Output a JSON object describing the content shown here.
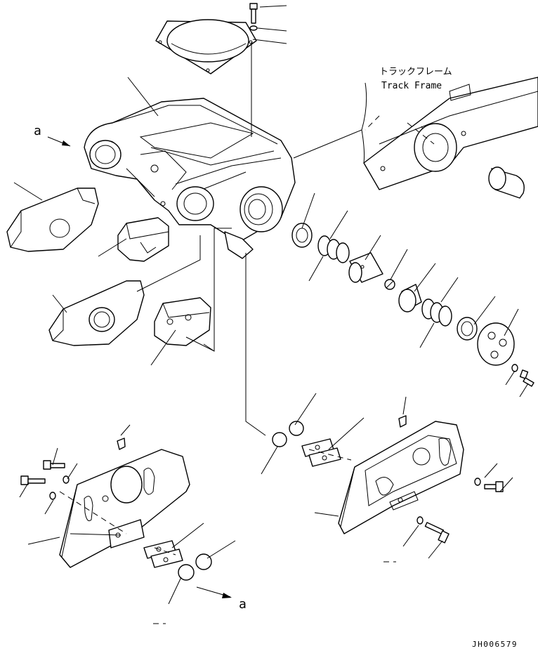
{
  "labels": {
    "track_frame_jp": "トラックフレーム",
    "track_frame_en": "Track Frame",
    "view_marker_top": "a",
    "view_marker_bottom": "a",
    "drawing_number": "JH006579"
  }
}
